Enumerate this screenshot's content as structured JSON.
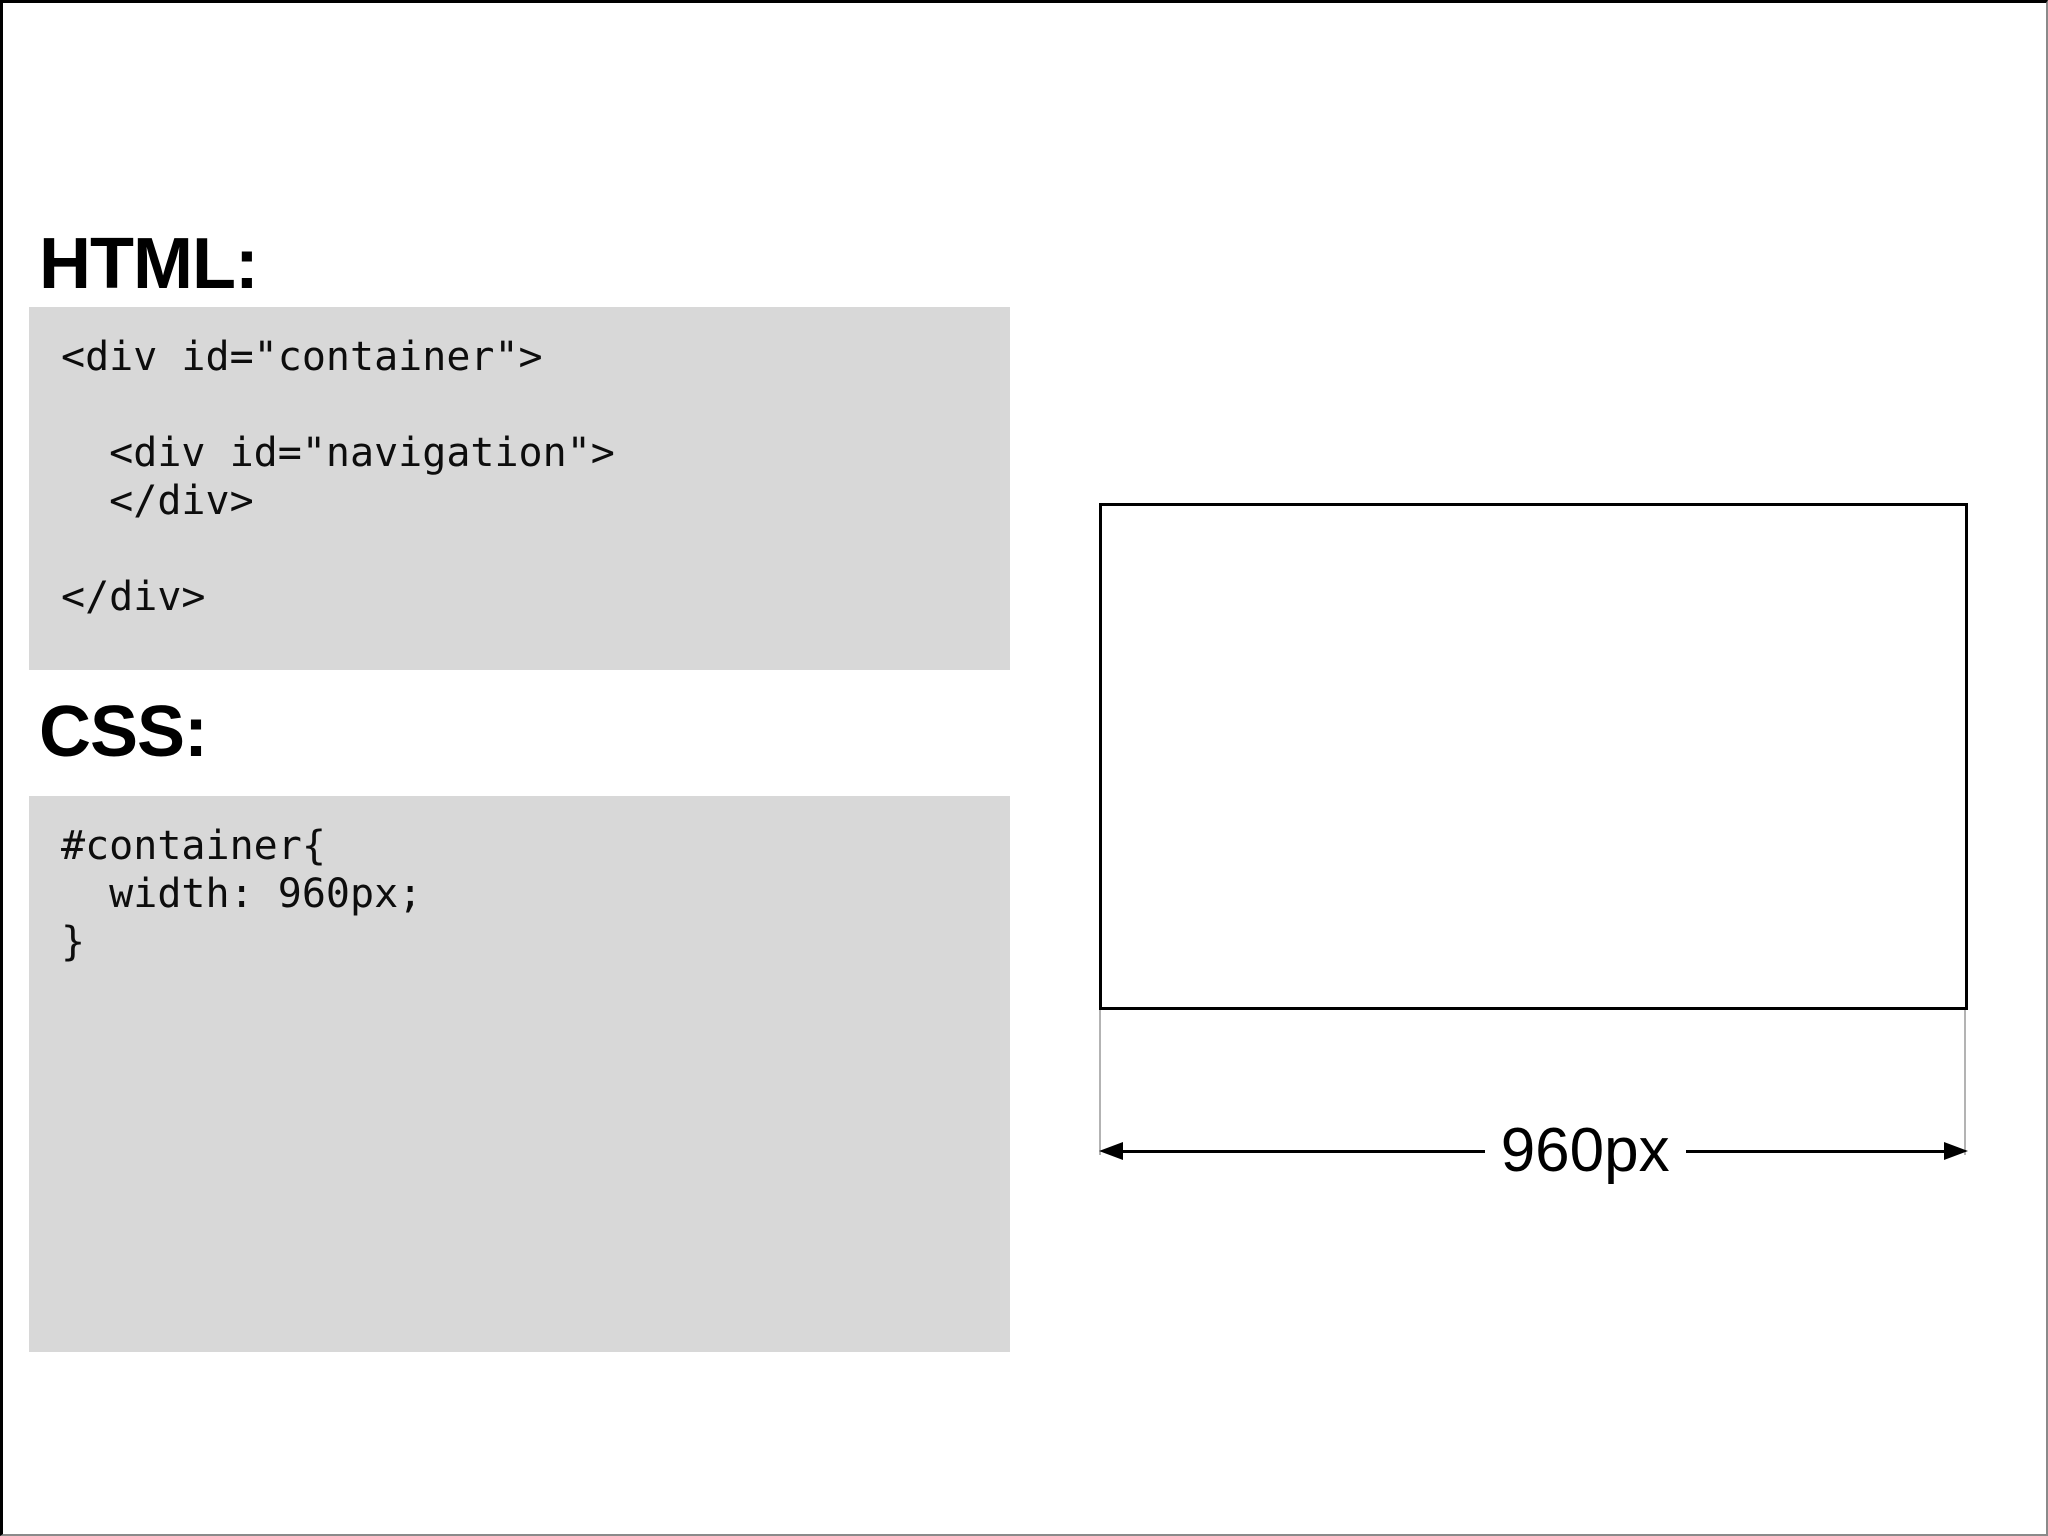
{
  "colors": {
    "background": "#ffffff",
    "code_block_bg": "#d8d8d8",
    "ink": "#000000",
    "extension_line": "#b3b3b3"
  },
  "html_section": {
    "heading": "HTML:",
    "code": "<div id=\"container\">\n\n  <div id=\"navigation\">\n  </div>\n\n</div>"
  },
  "css_section": {
    "heading": "CSS:",
    "code": "#container{\n  width: 960px;\n}"
  },
  "diagram": {
    "width_label": "960px"
  }
}
